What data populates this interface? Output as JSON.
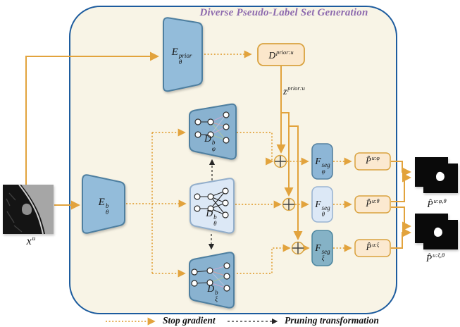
{
  "title": "Diverse Pseudo-Label Set Generation",
  "labels": {
    "input": {
      "base": "x",
      "sup": "u"
    },
    "encoder_prior": {
      "base": "E",
      "sup": "prior",
      "sub": "θ"
    },
    "encoder_backbone": {
      "base": "E",
      "sup": "b",
      "sub": "θ"
    },
    "prior_decoder": {
      "base": "D",
      "sup": "prior:u"
    },
    "latent": {
      "base": "z",
      "sup": "prior:u"
    },
    "branch_decoders": [
      {
        "base": "D",
        "sup": "b",
        "sub": "φ"
      },
      {
        "base": "D",
        "sup": "b",
        "sub": "θ"
      },
      {
        "base": "D",
        "sup": "b",
        "sub": "ξ"
      }
    ],
    "seg_heads": [
      {
        "base": "F",
        "sup": "seg",
        "sub": "φ"
      },
      {
        "base": "F",
        "sup": "seg",
        "sub": "θ"
      },
      {
        "base": "F",
        "sup": "seg",
        "sub": "ξ"
      }
    ],
    "pseudo_labels": [
      {
        "base": "P̂",
        "sup": "u:φ"
      },
      {
        "base": "P̂",
        "sup": "u:θ"
      },
      {
        "base": "P̂",
        "sup": "u:ξ"
      }
    ],
    "outputs": [
      {
        "base": "P̂",
        "sup": "u:φ,θ"
      },
      {
        "base": "P̂",
        "sup": "u:ξ,θ"
      }
    ]
  },
  "legend": {
    "stop_gradient": "Stop gradient",
    "pruning": "Pruning transformation"
  },
  "colors": {
    "container_border": "#1D5C9E",
    "container_fill": "#F8F4E6",
    "accent_orange": "#E2A33D",
    "title_purple": "#8E6BAE",
    "encoder_blue": "#8FB6D4",
    "decoder_light_blue": "#DCE8F6",
    "box_cream": "#FBE9D0",
    "mask_black": "#0A0A0A"
  }
}
